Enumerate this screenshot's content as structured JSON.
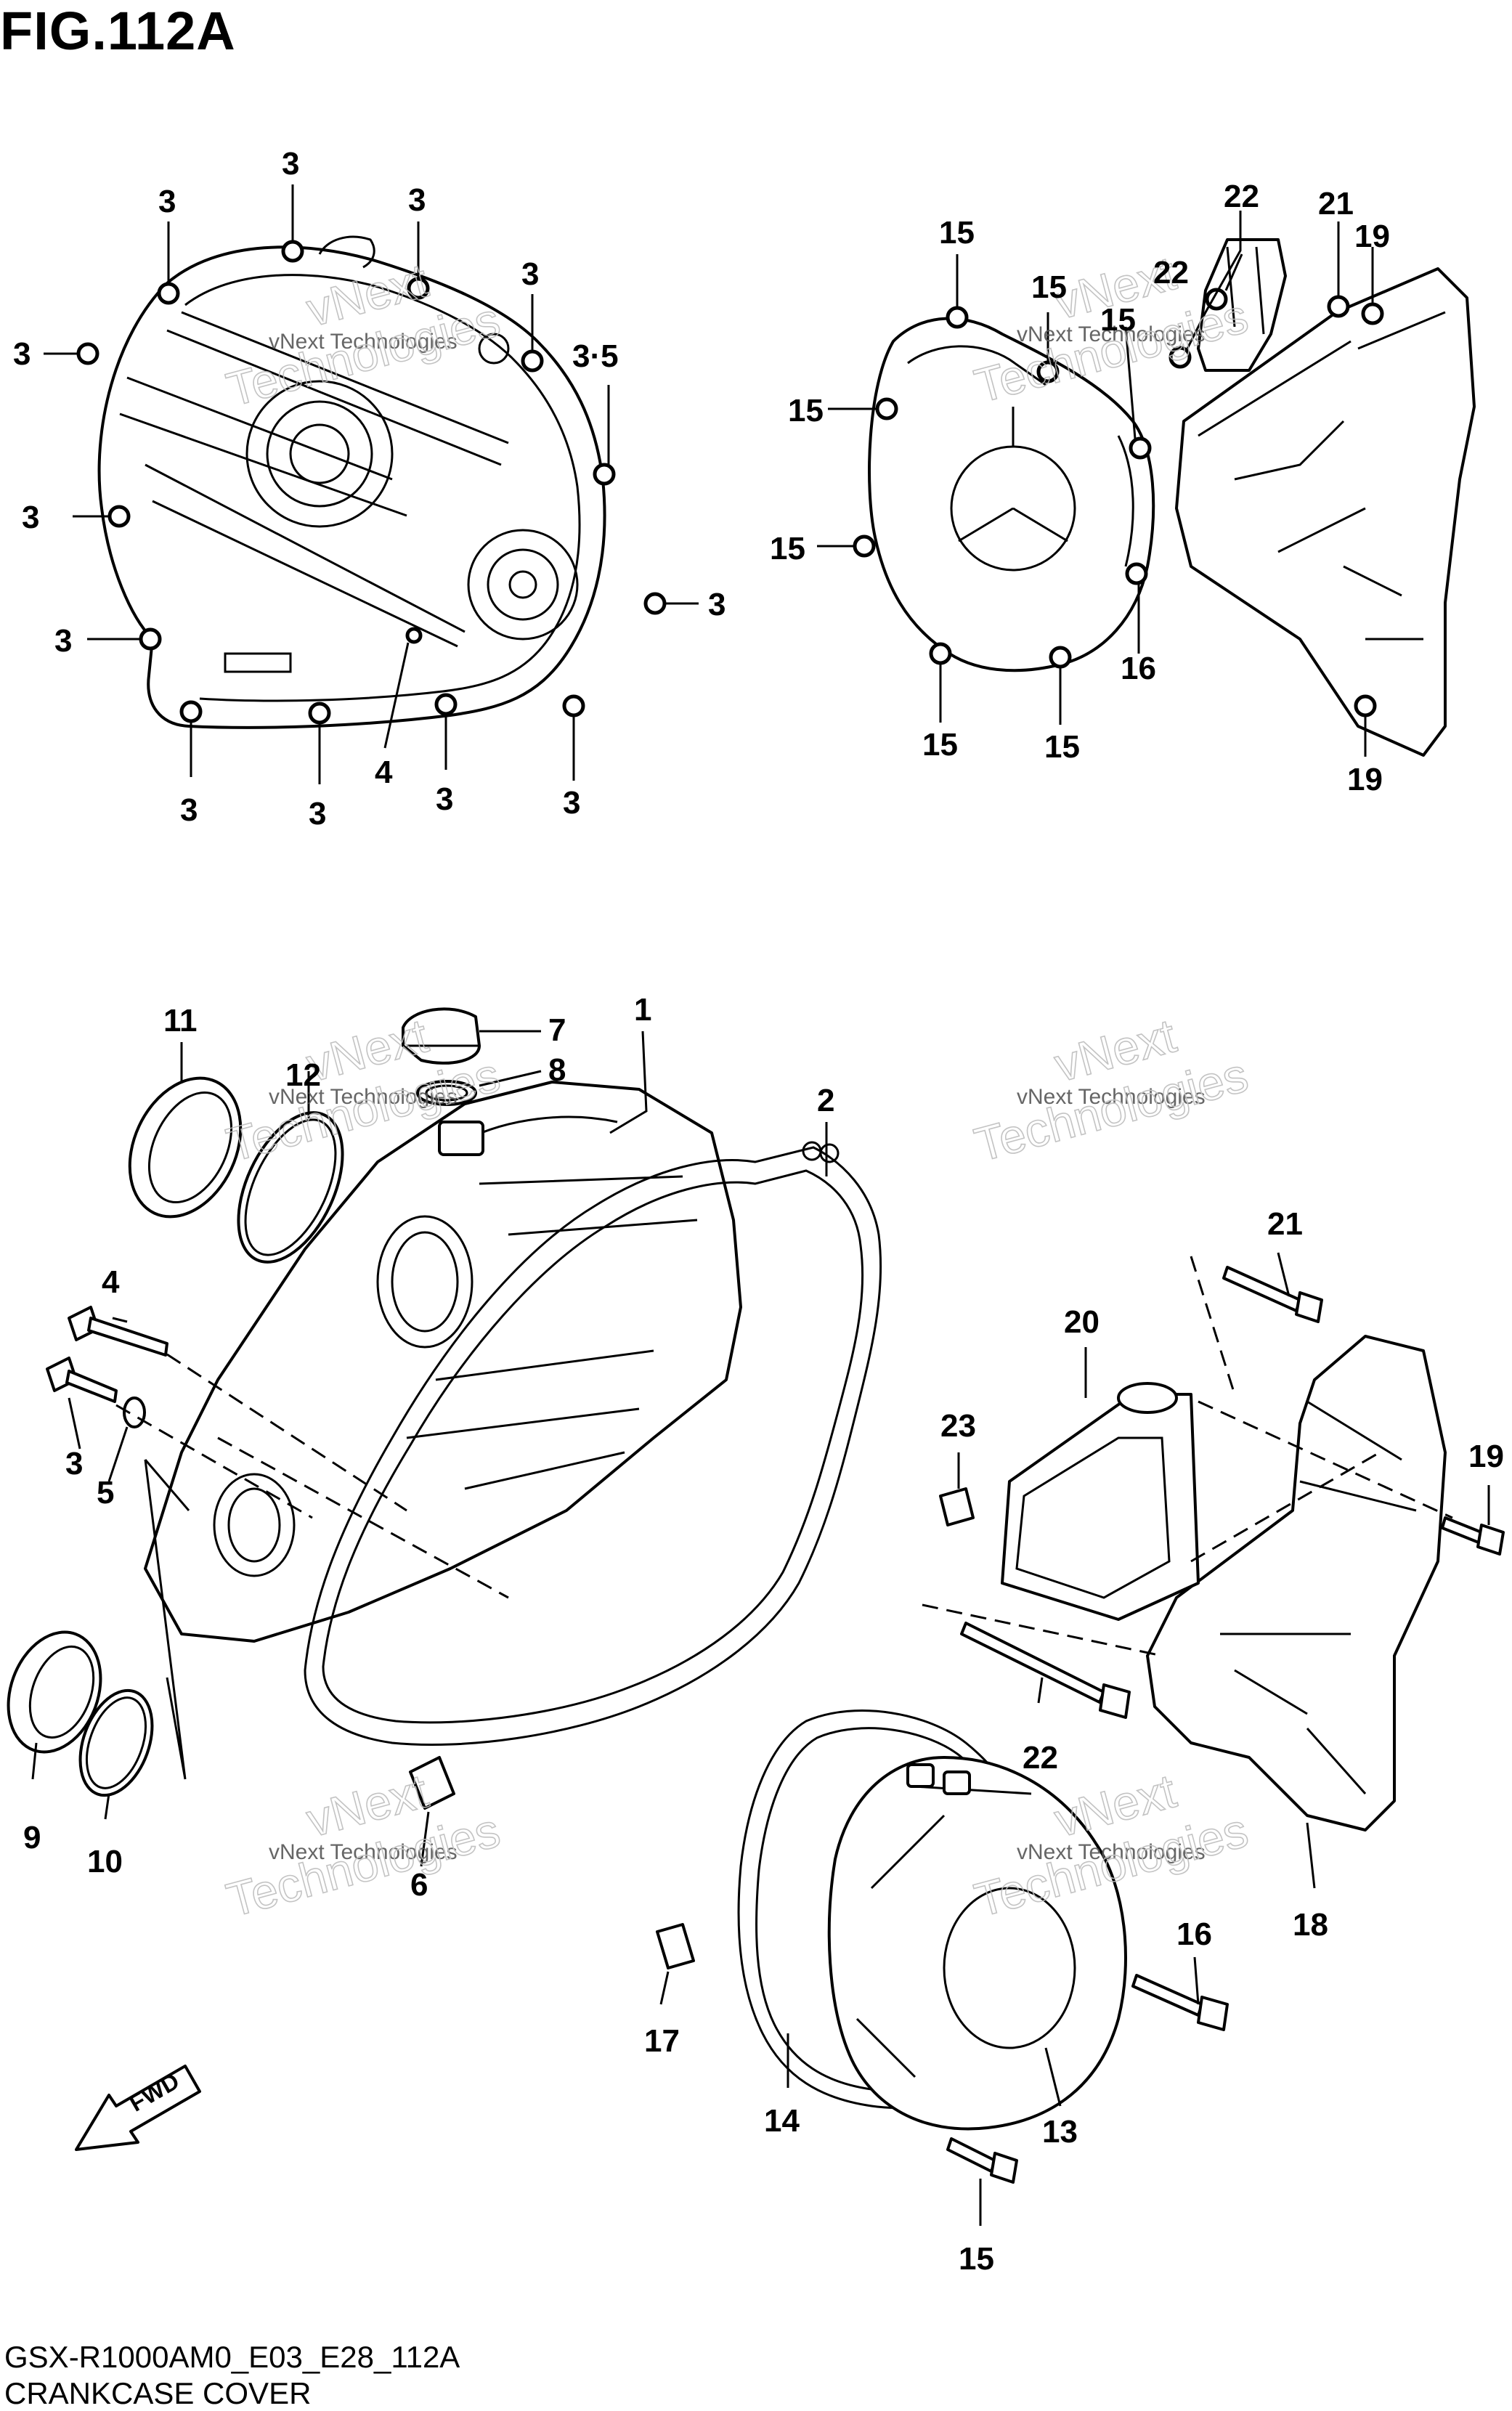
{
  "figure_title": "FIG.112A",
  "footer_code": "GSX-R1000AM0_E03_E28_112A",
  "footer_name": "CRANKCASE COVER",
  "fwd_label": "FWD",
  "watermark": {
    "line1": "vNext Technologies",
    "line2": "vNext",
    "line3": "Technologies"
  },
  "callouts": [
    {
      "id": "c3a",
      "text": "3"
    },
    {
      "id": "c3b",
      "text": "3"
    },
    {
      "id": "c3c",
      "text": "3"
    },
    {
      "id": "c3d",
      "text": "3"
    },
    {
      "id": "c35",
      "text": "3·5"
    },
    {
      "id": "c3e",
      "text": "3"
    },
    {
      "id": "c3f",
      "text": "3"
    },
    {
      "id": "c3g",
      "text": "3"
    },
    {
      "id": "c3h",
      "text": "3"
    },
    {
      "id": "c3i",
      "text": "3"
    },
    {
      "id": "c3j",
      "text": "3"
    },
    {
      "id": "c3k",
      "text": "3"
    },
    {
      "id": "c3l",
      "text": "3"
    },
    {
      "id": "c4a",
      "text": "4"
    },
    {
      "id": "c15a",
      "text": "15"
    },
    {
      "id": "c15b",
      "text": "15"
    },
    {
      "id": "c15c",
      "text": "15"
    },
    {
      "id": "c15d",
      "text": "15"
    },
    {
      "id": "c15e",
      "text": "15"
    },
    {
      "id": "c15f",
      "text": "15"
    },
    {
      "id": "c15g",
      "text": "15"
    },
    {
      "id": "c16a",
      "text": "16"
    },
    {
      "id": "c22a",
      "text": "22"
    },
    {
      "id": "c22b",
      "text": "22"
    },
    {
      "id": "c21a",
      "text": "21"
    },
    {
      "id": "c19a",
      "text": "19"
    },
    {
      "id": "c19b",
      "text": "19"
    },
    {
      "id": "c11",
      "text": "11"
    },
    {
      "id": "c12",
      "text": "12"
    },
    {
      "id": "c7",
      "text": "7"
    },
    {
      "id": "c8",
      "text": "8"
    },
    {
      "id": "c1",
      "text": "1"
    },
    {
      "id": "c2",
      "text": "2"
    },
    {
      "id": "c4b",
      "text": "4"
    },
    {
      "id": "c3m",
      "text": "3"
    },
    {
      "id": "c5",
      "text": "5"
    },
    {
      "id": "c9",
      "text": "9"
    },
    {
      "id": "c10",
      "text": "10"
    },
    {
      "id": "c6",
      "text": "6"
    },
    {
      "id": "c21b",
      "text": "21"
    },
    {
      "id": "c20",
      "text": "20"
    },
    {
      "id": "c23",
      "text": "23"
    },
    {
      "id": "c19c",
      "text": "19"
    },
    {
      "id": "c22c",
      "text": "22"
    },
    {
      "id": "c18",
      "text": "18"
    },
    {
      "id": "c16b",
      "text": "16"
    },
    {
      "id": "c17",
      "text": "17"
    },
    {
      "id": "c14",
      "text": "14"
    },
    {
      "id": "c13",
      "text": "13"
    },
    {
      "id": "c15h",
      "text": "15"
    }
  ]
}
